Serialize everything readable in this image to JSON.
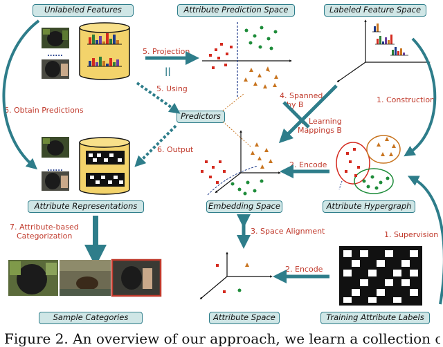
{
  "boxes": {
    "unlabeled_features": "Unlabeled Features",
    "attribute_prediction_space": "Attribute Prediction Space",
    "labeled_feature_space": "Labeled Feature Space",
    "predictors": "Predictors",
    "attribute_representations": "Attribute Representations",
    "embedding_space": "Embedding Space",
    "attribute_hypergraph": "Attribute Hypergraph",
    "sample_categories": "Sample Categories",
    "attribute_space": "Attribute Space",
    "training_attribute_labels": "Training Attribute Labels"
  },
  "steps": {
    "projection": "5. Projection",
    "using": "5. Using",
    "obtain_predictions": "6. Obtain Predictions",
    "output": "6. Output",
    "spanned_line1": "4. Spanned",
    "spanned_line2": "by B",
    "learning_line1": "4. Learning",
    "learning_line2": "Mappings B",
    "construction": "1. Construction",
    "encode_top": "2. Encode",
    "space_alignment": "3. Space Alignment",
    "supervision": "1. Supervision",
    "encode_bottom": "2. Encode",
    "categorization_line1": "7. Attribute-based",
    "categorization_line2": "Categorization"
  },
  "symbols": {
    "parallel": "||",
    "dots": "......"
  },
  "caption": "Figure 2. An overview of our approach, we learn a collection of",
  "colors": {
    "box_fill": "#cfe6e6",
    "box_border": "#2e7d8a",
    "arrow_teal": "#2e7d8a",
    "step_text": "#c0392b",
    "red_points": "#d42a1f",
    "green_points": "#1e8c3a",
    "orange_points": "#c8741f",
    "cylinder": "#f3d36b"
  }
}
